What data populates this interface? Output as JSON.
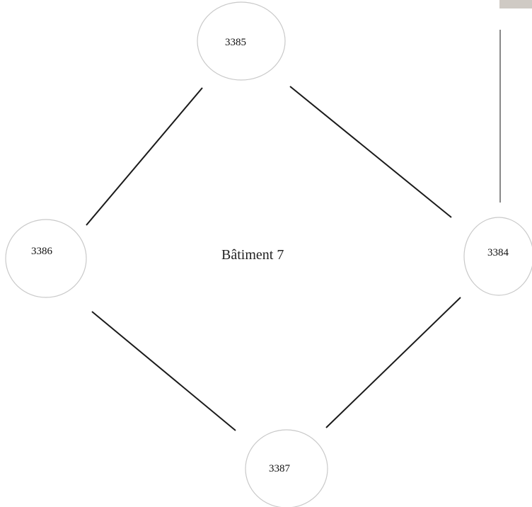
{
  "diagram": {
    "center_label": "Bâtiment 7",
    "nodes": [
      {
        "id": "n3385",
        "label": "3385"
      },
      {
        "id": "n3384",
        "label": "3384"
      },
      {
        "id": "n3386",
        "label": "3386"
      },
      {
        "id": "n3387",
        "label": "3387"
      }
    ],
    "edges": [
      {
        "from": "3385",
        "to": "3386"
      },
      {
        "from": "3385",
        "to": "3384"
      },
      {
        "from": "3386",
        "to": "3387"
      },
      {
        "from": "3387",
        "to": "3384"
      },
      {
        "from": "3384",
        "to": ""
      }
    ],
    "colors": {
      "edge": "#1a1a1a",
      "node_border": "#c9c9c9",
      "corner_mark": "#cfcac4"
    }
  }
}
